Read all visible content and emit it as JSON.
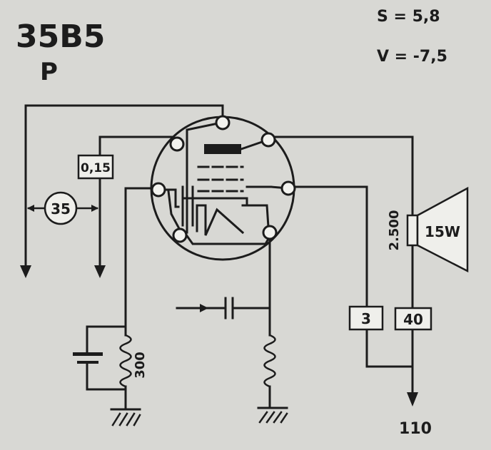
{
  "tube": {
    "type": "35B5",
    "category": "P"
  },
  "params": {
    "s": "S = 5,8",
    "v": "V = -7,5"
  },
  "labels": {
    "filament_current": "0,15",
    "filament_voltage": "35",
    "cathode_resistor": "300",
    "transformer_ratio": "2.500",
    "speaker_power": "15W",
    "box_3": "3",
    "box_40": "40",
    "supply": "110"
  },
  "colors": {
    "ink": "#1c1c1c",
    "paper": "#d8d8d4"
  }
}
